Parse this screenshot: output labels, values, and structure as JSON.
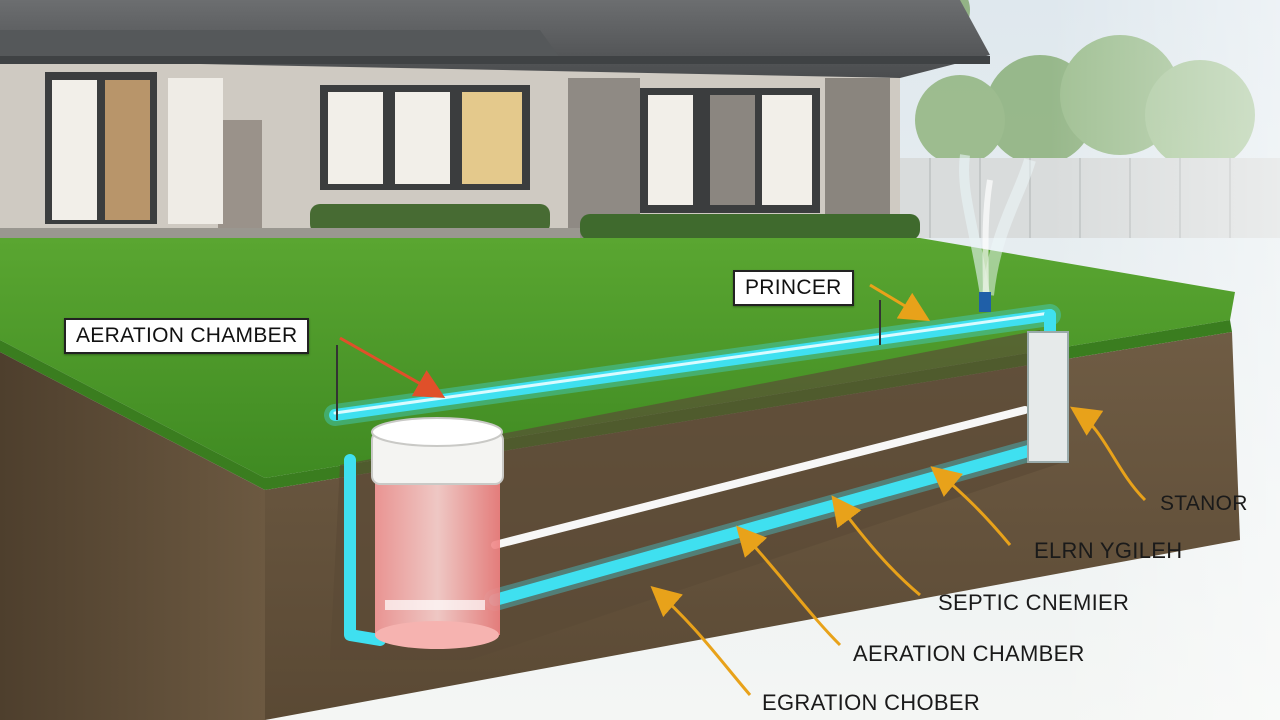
{
  "labels": {
    "aeration_chamber_top": "AERATION CHAMBER",
    "sprinkler": "PRINCER",
    "stanor": "STANOR",
    "elrn_ygileh": "ELRN YGILEH",
    "septic_chamber": "SEPTIC CNEMIER",
    "aeration_chamber_bottom": "AERATION CHAMBER",
    "egration_chober": "EGRATION CHOBER"
  },
  "colors": {
    "pipe": "#3fe0f0",
    "lawn": "#4c9a2a",
    "soil": "#6b5a42",
    "arrow": "#e8a21a",
    "arrow_red": "#e0502a",
    "tank_liquid": "#f27a7a"
  }
}
